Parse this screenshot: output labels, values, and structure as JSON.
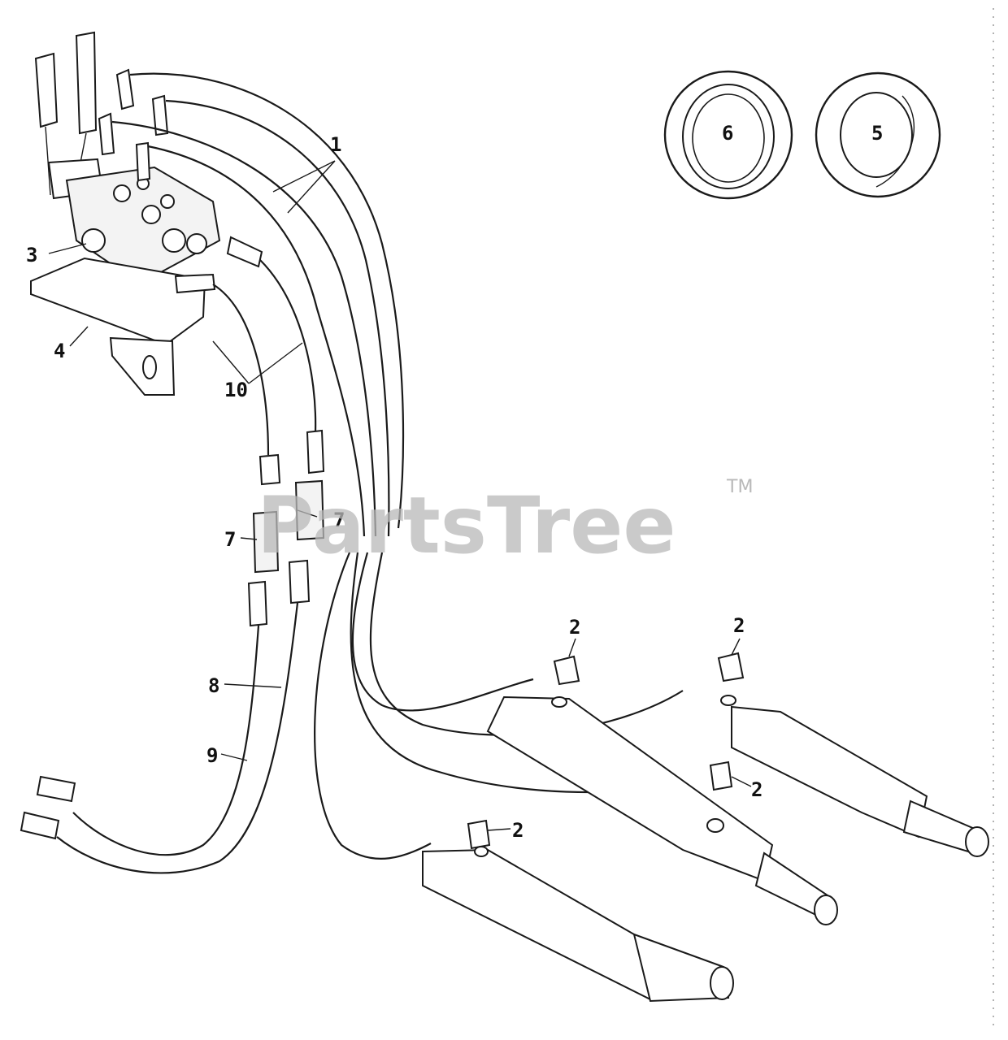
{
  "watermark": {
    "text": "PartsTree",
    "tm": "TM"
  },
  "callouts": {
    "hoses_1": "1",
    "elbow_2a": "2",
    "elbow_2b": "2",
    "elbow_2c": "2",
    "elbow_2d": "2",
    "plug_3": "3",
    "bracket_4": "4",
    "ring_5": "5",
    "ring_6": "6",
    "coupler_7a": "7",
    "coupler_7b": "7",
    "hose_8": "8",
    "hose_9": "9",
    "hoses_10": "10"
  }
}
